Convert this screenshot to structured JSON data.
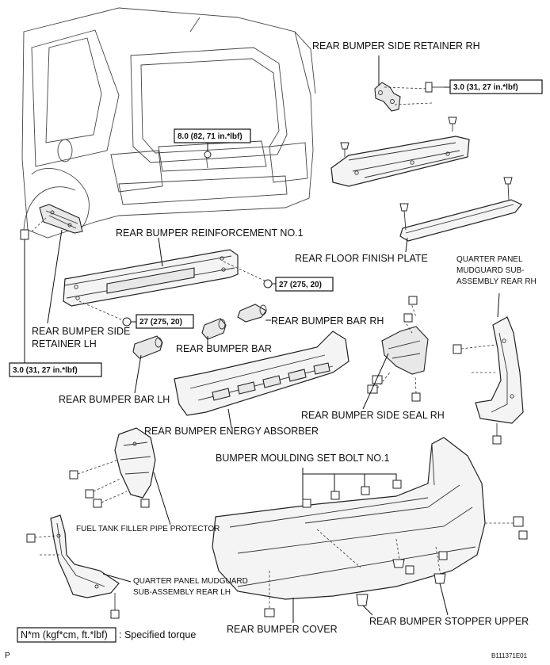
{
  "labels": {
    "side_retainer_rh": "REAR BUMPER SIDE RETAINER RH",
    "reinforcement": "REAR BUMPER REINFORCEMENT NO.1",
    "floor_finish_plate": "REAR FLOOR FINISH PLATE",
    "qp_mudguard_rh": [
      "QUARTER PANEL",
      "MUDGUARD SUB-",
      "ASSEMBLY REAR RH"
    ],
    "side_retainer_lh": [
      "REAR BUMPER SIDE",
      "RETAINER LH"
    ],
    "bar_rh": "REAR BUMPER BAR RH",
    "bar": "REAR  BUMPER BAR",
    "bar_lh": "REAR BUMPER BAR LH",
    "side_seal_rh": "REAR BUMPER SIDE SEAL RH",
    "energy_absorber": "REAR BUMPER ENERGY ABSORBER",
    "moulding_bolt": "BUMPER MOULDING SET BOLT NO.1",
    "fuel_protector": "FUEL TANK FILLER PIPE PROTECTOR",
    "qp_mudguard_lh": [
      "QUARTER PANEL MUDGUARD",
      "SUB-ASSEMBLY REAR LH"
    ],
    "stopper_upper": "REAR BUMPER STOPPER UPPER",
    "cover": "REAR BUMPER COVER"
  },
  "torques": {
    "retainer_rh": "3.0 (31, 27 in.*lbf)",
    "center": "8.0 (82, 71 in.*lbf)",
    "reinf_rh": "27 (275, 20)",
    "reinf_lh": "27 (275, 20)",
    "retainer_lh": "3.0 (31, 27 in.*lbf)"
  },
  "legend": {
    "unit": "N*m (kgf*cm, ft.*lbf)",
    "text": ": Specified torque"
  },
  "corner_left": "P",
  "corner_right": "B111371E01"
}
